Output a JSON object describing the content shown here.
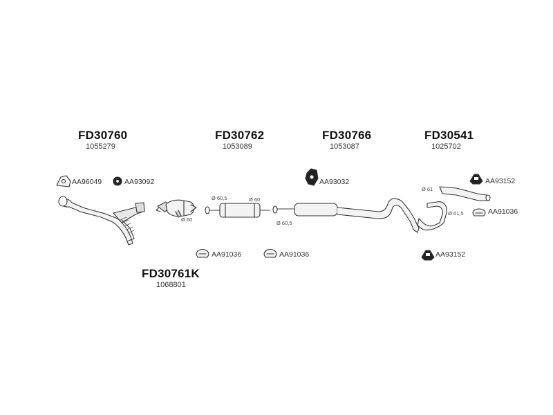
{
  "parts": {
    "fd30760": {
      "code": "FD30760",
      "ref": "1055279"
    },
    "fd30762": {
      "code": "FD30762",
      "ref": "1053089"
    },
    "fd30766": {
      "code": "FD30766",
      "ref": "1053087"
    },
    "fd30541": {
      "code": "FD30541",
      "ref": "1025702"
    },
    "fd30761k": {
      "code": "FD30761K",
      "ref": "1068801"
    }
  },
  "accessories": {
    "aa96049": "AA96049",
    "aa93092": "AA93092",
    "aa93032": "AA93032",
    "aa93152_top": "AA93152",
    "aa91036_right": "AA91036",
    "aa91036_left": "AA91036",
    "aa91036_mid": "AA91036",
    "aa93152_bottom": "AA93152"
  },
  "dimensions": {
    "d60_cat": "Ø 60",
    "d605_front": "Ø 60,5",
    "d60_front": "Ø 60",
    "d605_mid": "Ø 60,5",
    "d61_rear": "Ø 61",
    "d615_rear": "Ø 61,5"
  },
  "colors": {
    "line": "#333333",
    "fill": "#f2f2f2",
    "shade": "#bdbdbd"
  }
}
